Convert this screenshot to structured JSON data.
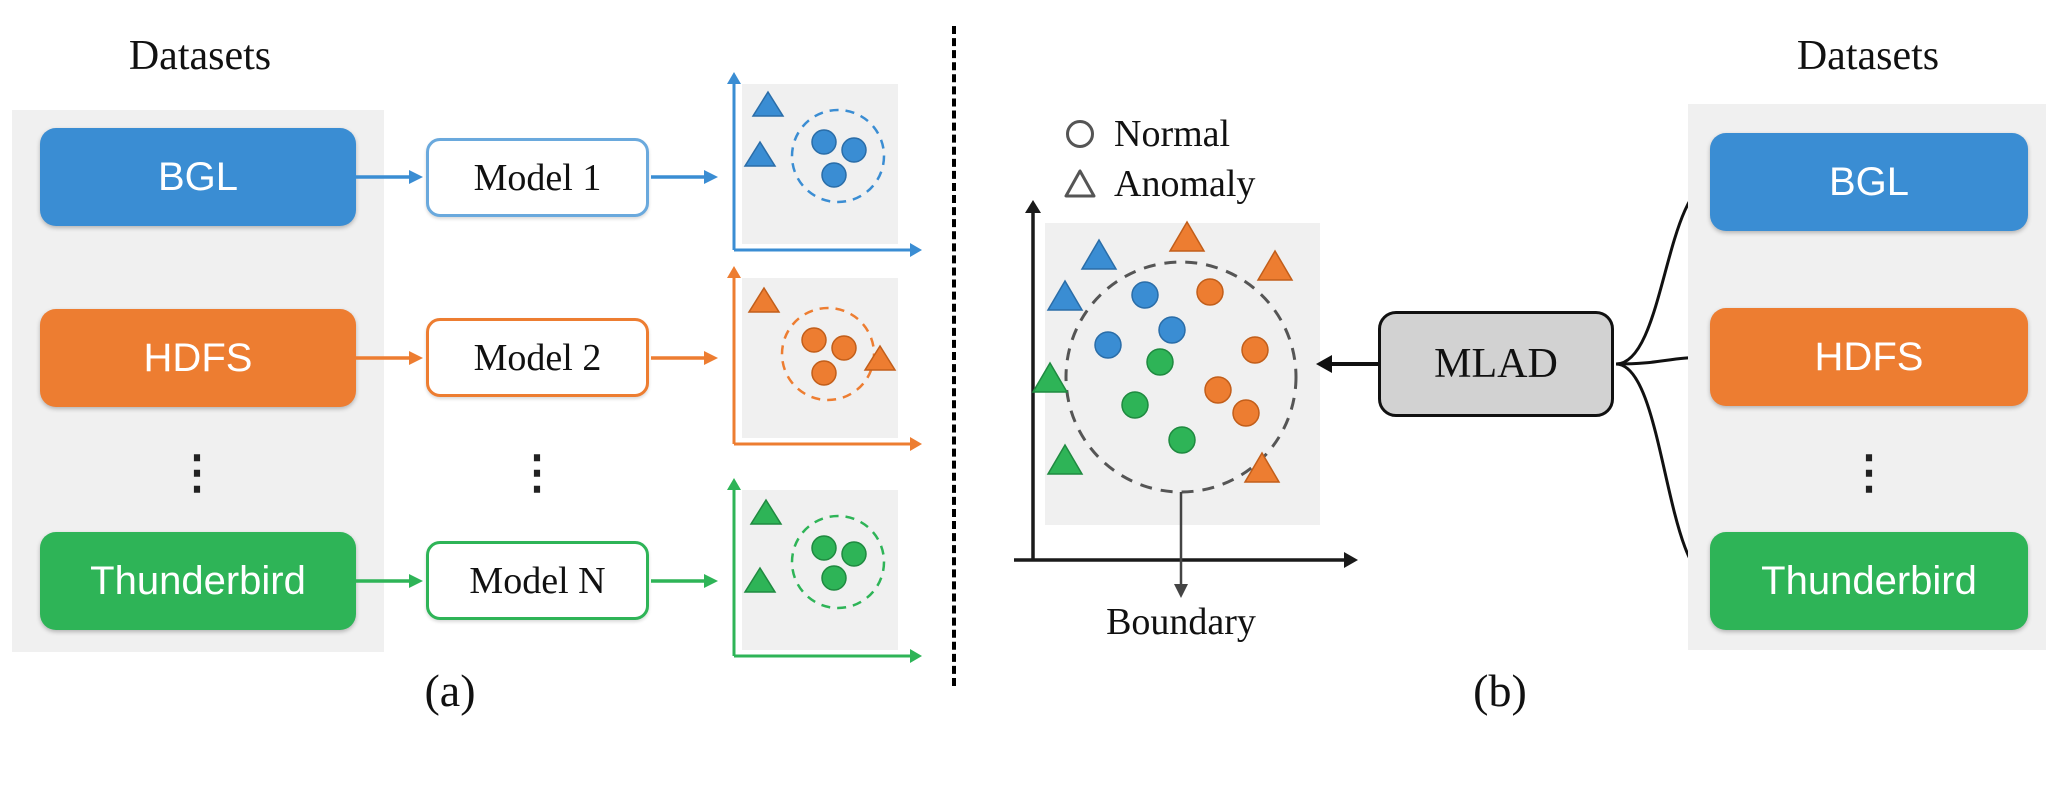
{
  "figure": {
    "panel_a": {
      "title": "Datasets",
      "caption": "(a)",
      "datasets": [
        "BGL",
        "HDFS",
        "Thunderbird"
      ],
      "models": [
        "Model 1",
        "Model 2",
        "Model N"
      ],
      "ellipsis": "⋮"
    },
    "panel_b": {
      "caption": "(b)",
      "legend": {
        "normal_symbol": "circle-outline",
        "normal": "Normal",
        "anomaly_symbol": "triangle-outline",
        "anomaly": "Anomaly"
      },
      "boundary": "Boundary",
      "model": "MLAD",
      "datasets_title": "Datasets",
      "datasets": [
        "BGL",
        "HDFS",
        "Thunderbird"
      ],
      "ellipsis": "⋮"
    },
    "colors": {
      "bgl_blue": "#3a8dd3",
      "hdfs_orange": "#ed7d31",
      "thunderbird_green": "#2eb457",
      "panel_background": "#f0f0f0",
      "mlad_gray": "#d2d2d2",
      "boundary_circle_gray": "#555555"
    }
  }
}
